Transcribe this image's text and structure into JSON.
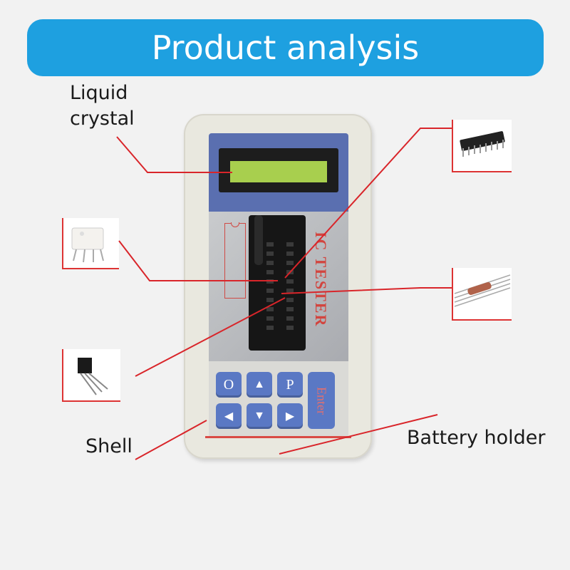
{
  "banner": {
    "title": "Product analysis"
  },
  "labels": {
    "lcd_line1": "Liquid",
    "lcd_line2": "crystal",
    "shell": "Shell",
    "battery_holder": "Battery holder"
  },
  "device": {
    "brand_text": "IC TESTER",
    "keys": {
      "o": "O",
      "up": "▲",
      "p": "P",
      "left": "◀",
      "down": "▼",
      "right": "▶",
      "enter": "Enter"
    }
  },
  "components": [
    {
      "name": "dip-ic-chip-icon"
    },
    {
      "name": "optocoupler-icon"
    },
    {
      "name": "resistor-icon"
    },
    {
      "name": "transistor-icon"
    }
  ],
  "colors": {
    "banner": "#1ea0e0",
    "leader_line": "#d9252a",
    "panel_blue": "#5a6fb0",
    "lcd_green": "#a8cf4e",
    "brand_red": "#d2453f"
  }
}
